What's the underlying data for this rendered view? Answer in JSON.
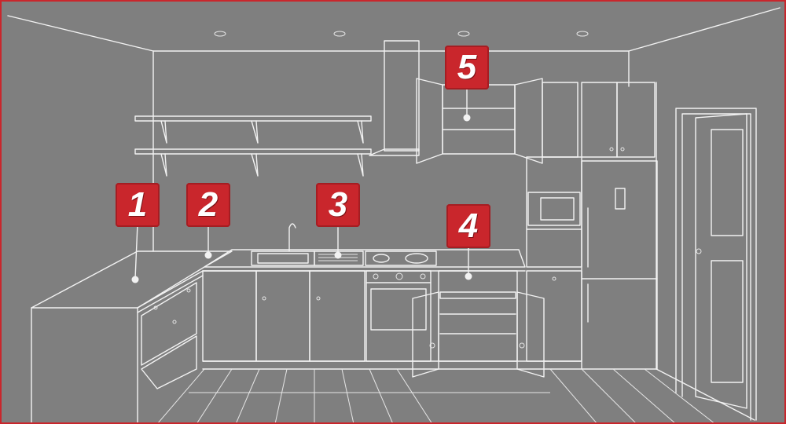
{
  "colors": {
    "background": "#7f7f7f",
    "line": "#f2f2f2",
    "accent": "#c9262c"
  },
  "markers": [
    {
      "id": "1",
      "label": "1"
    },
    {
      "id": "2",
      "label": "2"
    },
    {
      "id": "3",
      "label": "3"
    },
    {
      "id": "4",
      "label": "4"
    },
    {
      "id": "5",
      "label": "5"
    }
  ]
}
